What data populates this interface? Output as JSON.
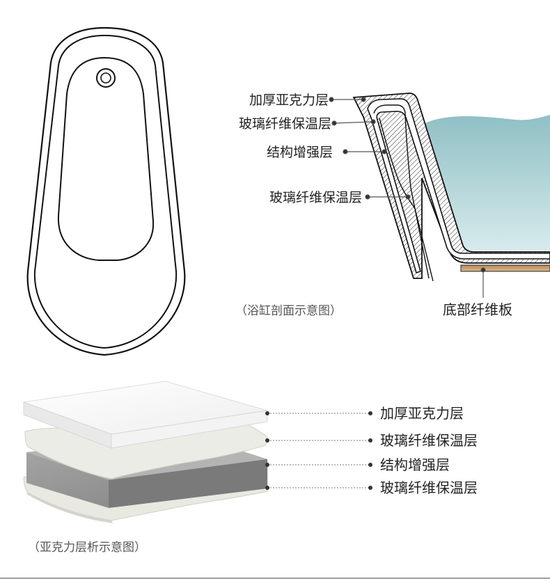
{
  "cross_section": {
    "labels": [
      "加厚亚克力层",
      "玻璃纤维保温层",
      "结构增强层",
      "玻璃纤维保温层"
    ],
    "bottom_label": "底部纤维板",
    "caption": "（浴缸剖面示意图）"
  },
  "layers_view": {
    "labels": [
      "加厚亚克力层",
      "玻璃纤维保温层",
      "结构增强层",
      "玻璃纤维保温层"
    ],
    "caption": "（亚克力层析示意图）"
  },
  "colors": {
    "water": "#9cc8cc",
    "board": "#c9a57a",
    "outline": "#111111",
    "dark_layer": "#8e8e8e",
    "fiber_layer": "#e6e6df"
  }
}
